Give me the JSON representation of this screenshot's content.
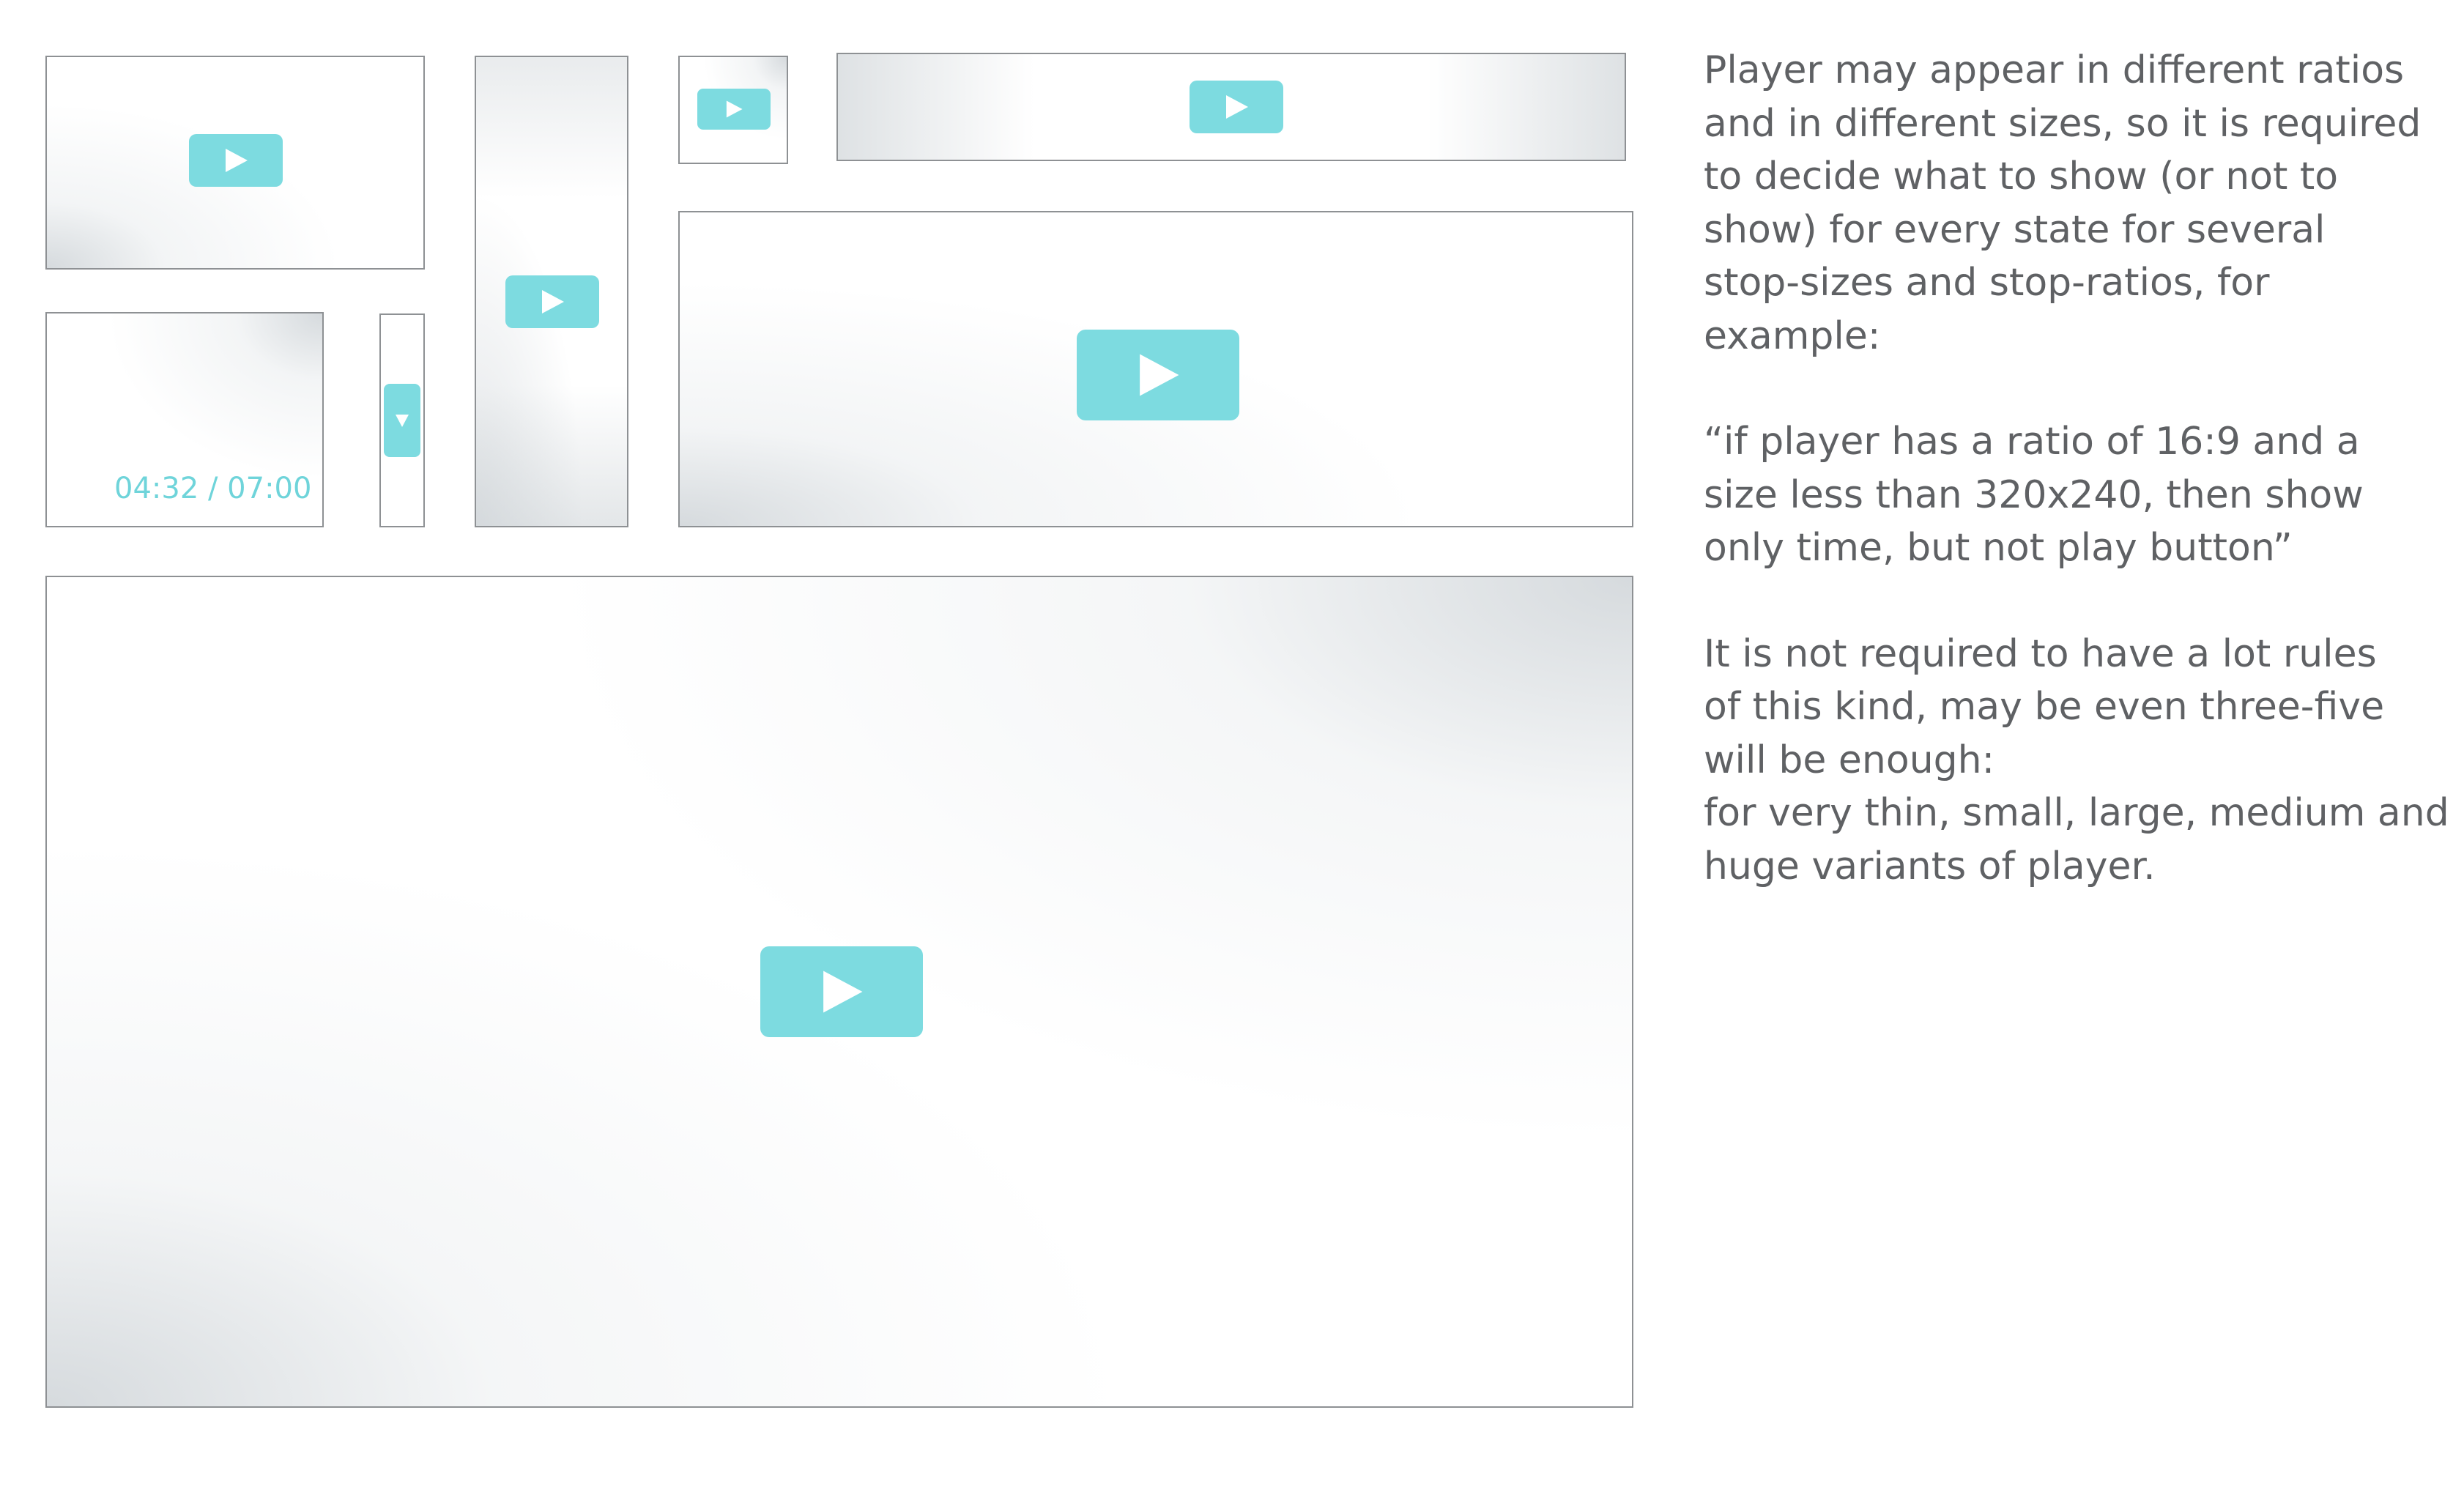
{
  "players": {
    "small_with_time": {
      "time_label": "04:32 / 07:00"
    }
  },
  "description": {
    "paragraph_1": [
      "Player may appear in different ratios",
      "and in different sizes, so it is required",
      "to decide what to show (or not to",
      "show) for every state for several",
      "stop-sizes and stop-ratios, for",
      "example:"
    ],
    "paragraph_2": [
      "“if player has a ratio of 16:9 and a",
      "size less than 320x240, then show",
      "only time, but not play button”"
    ],
    "paragraph_3": [
      "It is not required to have a lot rules",
      "of this kind, may be even three-five",
      "will be enough:",
      "for very thin, small, large, medium and",
      "huge variants of player."
    ]
  },
  "colors": {
    "play_button": "#7ddbe0",
    "time_text": "#6fd4da",
    "border": "#8e9194",
    "text": "#5f6164"
  },
  "icons": {
    "play": "play-icon",
    "dropdown": "triangle-down-icon"
  }
}
